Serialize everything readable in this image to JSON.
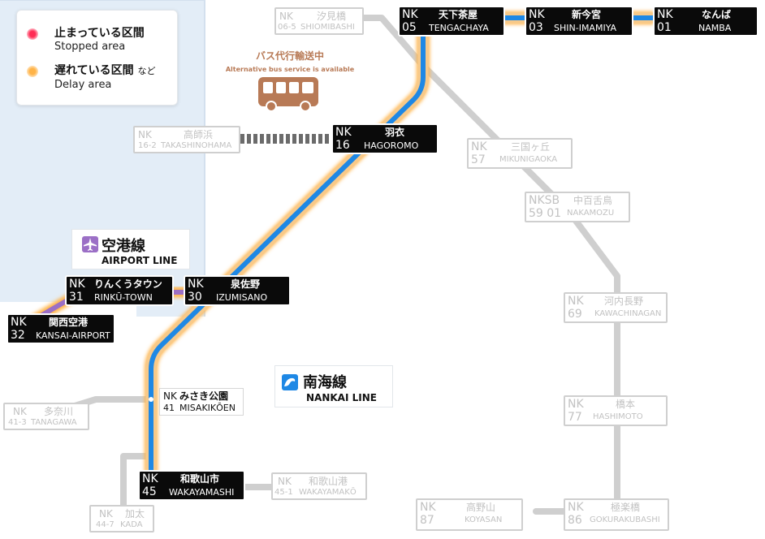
{
  "legend": {
    "stopped_jp": "止まっている区間",
    "stopped_en": "Stopped area",
    "delay_jp": "遅れている区間",
    "delay_nado": "など",
    "delay_en": "Delay area",
    "stopped_color": "#ff3b5c",
    "delay_color": "#ffb347"
  },
  "lines": {
    "airport": {
      "jp": "空港線",
      "en": "AIRPORT LINE",
      "icon": "airplane-icon",
      "color": "#9b6fc6"
    },
    "nankai": {
      "jp": "南海線",
      "en": "NANKAI LINE",
      "icon": "nankai-wave-icon",
      "color": "#1e88e5"
    }
  },
  "bus_notice": {
    "jp": "バス代行輸送中",
    "en": "Alternative bus service is available",
    "icon": "bus-icon",
    "color": "#b87a56"
  },
  "stations": {
    "namba": {
      "code": "NK",
      "num": "01",
      "jp": "なんば",
      "en": "NAMBA"
    },
    "shin_imamiya": {
      "code": "NK",
      "num": "03",
      "jp": "新今宮",
      "en": "SHIN-IMAMIYA"
    },
    "tengachaya": {
      "code": "NK",
      "num": "05",
      "jp": "天下茶屋",
      "en": "TENGACHAYA"
    },
    "shiomibashi": {
      "code": "NK",
      "num": "06-5",
      "jp": "汐見橋",
      "en": "SHIOMIBASHI"
    },
    "hagoromo": {
      "code": "NK",
      "num": "16",
      "jp": "羽衣",
      "en": "HAGOROMO"
    },
    "takashinohama": {
      "code": "NK",
      "num": "16-2",
      "jp": "高師浜",
      "en": "TAKASHINOHAMA"
    },
    "mikunigaoka": {
      "code": "NK",
      "num": "57",
      "jp": "三国ヶ丘",
      "en": "MIKUNIGAOKA"
    },
    "nakamozu": {
      "code": "NKSB",
      "num": "59 01",
      "jp": "中百舌鳥",
      "en": "NAKAMOZU"
    },
    "kawachinagano": {
      "code": "NK",
      "num": "69",
      "jp": "河内長野",
      "en": "KAWACHINAGAN"
    },
    "hashimoto": {
      "code": "NK",
      "num": "77",
      "jp": "橋本",
      "en": "HASHIMOTO"
    },
    "koyasan": {
      "code": "NK",
      "num": "87",
      "jp": "高野山",
      "en": "KOYASAN"
    },
    "gokurakubashi": {
      "code": "NK",
      "num": "86",
      "jp": "極楽橋",
      "en": "GOKURAKUBASHI"
    },
    "rinku_town": {
      "code": "NK",
      "num": "31",
      "jp": "りんくうタウン",
      "en": "RINKŪ-TOWN"
    },
    "izumisano": {
      "code": "NK",
      "num": "30",
      "jp": "泉佐野",
      "en": "IZUMISANO"
    },
    "kansai_airport": {
      "code": "NK",
      "num": "32",
      "jp": "関西空港",
      "en": "KANSAI-AIRPORT"
    },
    "misakikoen": {
      "code": "NK",
      "num": "41",
      "jp": "みさき公園",
      "en": "MISAKIKŌEN"
    },
    "tanagawa": {
      "code": "NK",
      "num": "41-3",
      "jp": "多奈川",
      "en": "TANAGAWA"
    },
    "wakayamashi": {
      "code": "NK",
      "num": "45",
      "jp": "和歌山市",
      "en": "WAKAYAMASHI"
    },
    "wakayamako": {
      "code": "NK",
      "num": "45-1",
      "jp": "和歌山港",
      "en": "WAKAYAMAKŌ"
    },
    "kada": {
      "code": "NK",
      "num": "44-7",
      "jp": "加太",
      "en": "KADA"
    }
  }
}
